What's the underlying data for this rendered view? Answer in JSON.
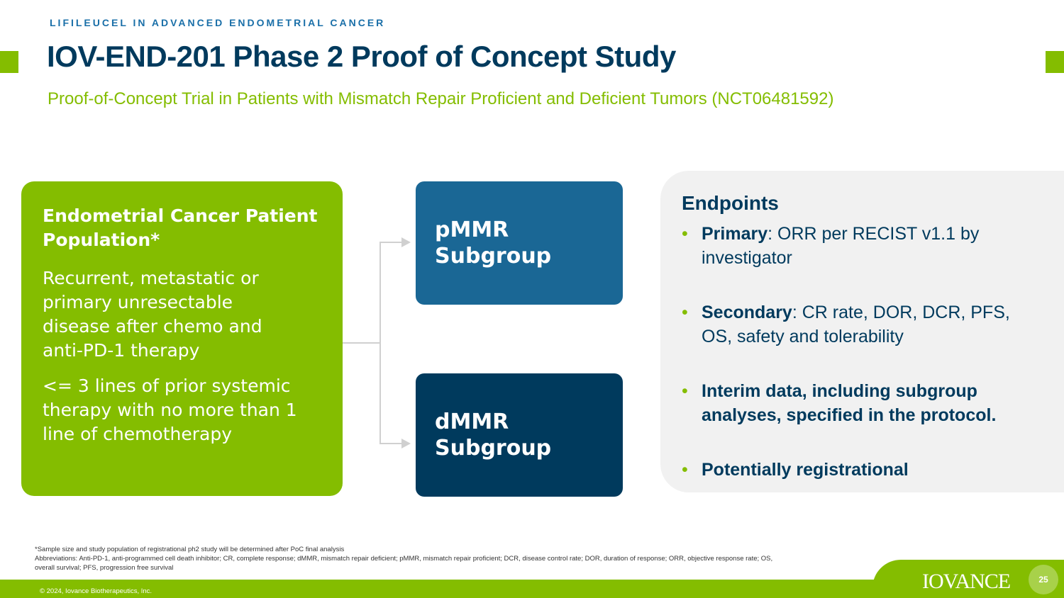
{
  "kicker": "LIFILEUCEL IN ADVANCED ENDOMETRIAL CANCER",
  "title": "IOV-END-201 Phase 2 Proof of Concept Study",
  "subtitle": "Proof-of-Concept Trial in Patients with Mismatch Repair Proficient and Deficient Tumors (NCT06481592)",
  "population": {
    "heading": "Endometrial Cancer Patient Population*",
    "criteria": [
      "Recurrent, metastatic or primary unresectable disease after chemo and anti-PD-1 therapy",
      "<= 3 lines of prior systemic therapy with no more than 1 line of chemotherapy"
    ]
  },
  "subgroups": [
    "pMMR Subgroup",
    "dMMR Subgroup"
  ],
  "endpoints": {
    "heading": "Endpoints",
    "items": [
      {
        "label": "Primary",
        "text": ": ORR per RECIST v1.1 by investigator"
      },
      {
        "label": "Secondary",
        "text": ": CR rate, DOR, DCR, PFS, OS, safety and tolerability"
      },
      {
        "label": "Interim data, including subgroup analyses, specified in the protocol.",
        "text": ""
      },
      {
        "label": "Potentially registrational",
        "text": ""
      }
    ]
  },
  "footnote": "*Sample size and study population of registrational ph2 study will be determined after PoC final analysis",
  "abbreviations": "Abbreviations: Anti-PD-1, anti-programmed cell death inhibitor; CR, complete response; dMMR, mismatch repair deficient; pMMR, mismatch repair proficient; DCR, disease control rate; DOR, duration of response; ORR, objective response rate; OS, overall survival; PFS, progression free survival",
  "copyright": "© 2024, Iovance Biotherapeutics, Inc.",
  "logo": "IOVANCE",
  "page": "25",
  "colors": {
    "green": "#84bd00",
    "navy": "#003a5d",
    "blue": "#1a6795"
  }
}
